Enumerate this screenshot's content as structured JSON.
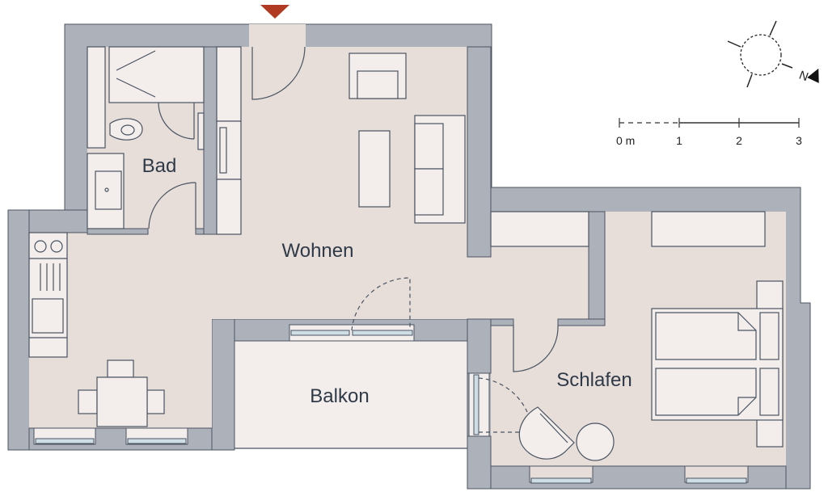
{
  "plan": {
    "rooms": {
      "bath": "Bad",
      "living": "Wohnen",
      "balcony": "Balkon",
      "bedroom": "Schlafen"
    },
    "entrance_marker_color": "#b03a22",
    "colors": {
      "wall": "#adb2ba",
      "floor": "#e7ddd9",
      "furniture": "#f3eeec",
      "window": "#cfdde4"
    }
  },
  "compass": {
    "north_label": "N"
  },
  "scale_bar": {
    "labels": [
      "0 m",
      "1",
      "2",
      "3"
    ]
  }
}
